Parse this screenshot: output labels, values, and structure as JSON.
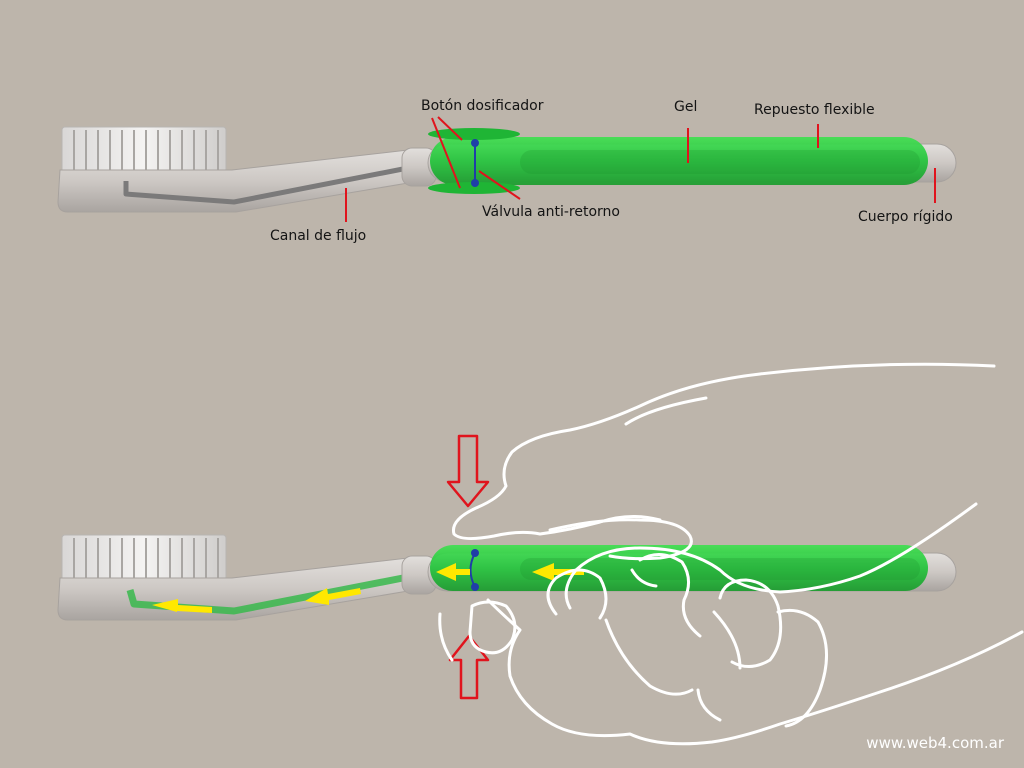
{
  "labels": {
    "dosing_button": "Botón dosificador",
    "gel": "Gel",
    "flexible_refill": "Repuesto flexible",
    "check_valve": "Válvula anti-retorno",
    "rigid_body": "Cuerpo rígido",
    "flow_channel": "Canal de flujo"
  },
  "credit": "www.web4.com.ar",
  "colors": {
    "background": "#bdb5ab",
    "body": "#cac5c1",
    "gel": "#22c33a",
    "valve": "#1f3ea8",
    "leader": "#e0141d",
    "press_arrow": "#e0141d",
    "flow_arrow": "#ffe800",
    "hand": "#ffffff"
  }
}
